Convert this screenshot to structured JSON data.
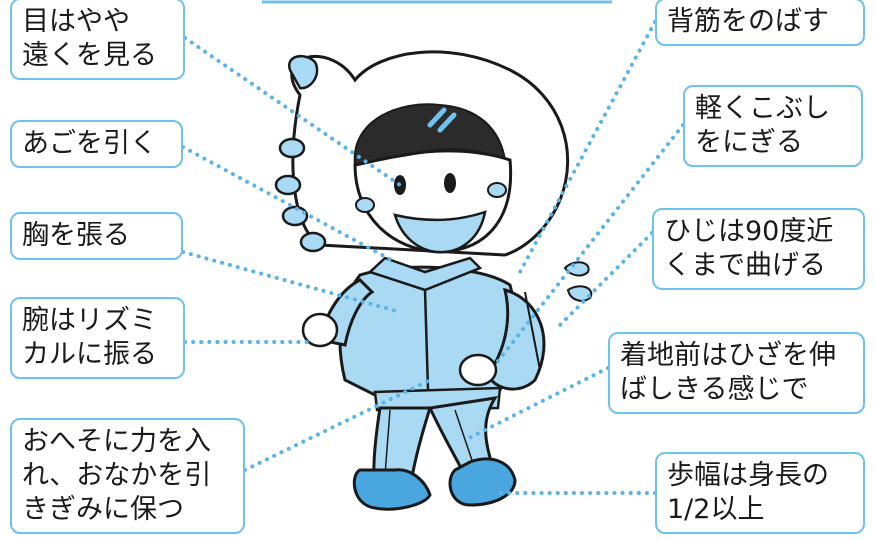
{
  "colors": {
    "callout_border": "#6fc2ec",
    "leader_dots": "#5cb4e6",
    "figure_fill": "#a9d9f3",
    "shoe_fill": "#4aa6de",
    "outline": "#1a1a1a"
  },
  "callouts": {
    "eyes": [
      "目はやや",
      "遠くを見る"
    ],
    "chin": [
      "あごを引く"
    ],
    "chest": [
      "胸を張る"
    ],
    "arms": [
      "腕はリズミ",
      "カルに振る"
    ],
    "belly": [
      "おへそに力を入",
      "れ、おなかを引",
      "きぎみに保つ"
    ],
    "back": [
      "背筋をのばす"
    ],
    "fist": [
      "軽くこぶし",
      "をにぎる"
    ],
    "elbow": [
      "ひじは90度近",
      "くまで曲げる"
    ],
    "knee": [
      "着地前はひざを伸",
      "ばしきる感じで"
    ],
    "stride": [
      "歩幅は身長の",
      "1/2以上"
    ]
  }
}
